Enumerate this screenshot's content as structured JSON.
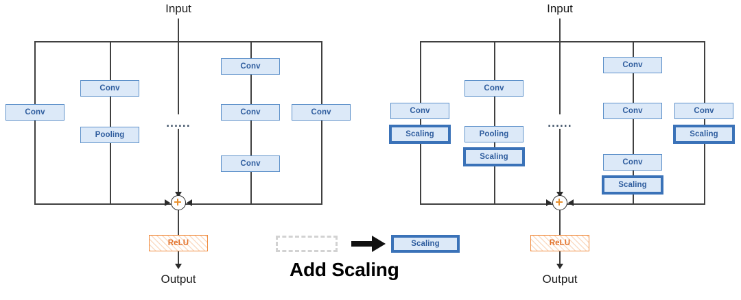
{
  "figure": {
    "caption": "Add Scaling",
    "legend": {
      "source_label": "",
      "arrow_icon": "thick-right-arrow",
      "target_label": "Scaling"
    }
  },
  "labels": {
    "input": "Input",
    "output": "Output",
    "ellipsis": "......",
    "conv": "Conv",
    "pooling": "Pooling",
    "scaling": "Scaling",
    "relu": "ReLU",
    "plus": "+"
  },
  "colors": {
    "box_fill": "#dce9f8",
    "box_border": "#5b8fc9",
    "box_text": "#2f5d9e",
    "scaling_border": "#3a72b8",
    "relu_border": "#f08a3c",
    "relu_text": "#e2712a",
    "wire": "#404040",
    "plus_sign": "#e8902f",
    "dashed_placeholder": "#d2d2d2",
    "caption_text": "#000000"
  },
  "diagrams": [
    {
      "id": "before",
      "title_top": "Input",
      "title_bottom": "Output",
      "branches": [
        {
          "id": "branch-1",
          "nodes": [
            {
              "type": "conv",
              "label": "Conv"
            }
          ]
        },
        {
          "id": "branch-2",
          "nodes": [
            {
              "type": "conv",
              "label": "Conv"
            },
            {
              "type": "pooling",
              "label": "Pooling"
            }
          ]
        },
        {
          "id": "branch-ellipsis",
          "nodes": [
            {
              "type": "ellipsis",
              "label": "......"
            }
          ]
        },
        {
          "id": "branch-3",
          "nodes": [
            {
              "type": "conv",
              "label": "Conv"
            },
            {
              "type": "conv",
              "label": "Conv"
            },
            {
              "type": "conv",
              "label": "Conv"
            }
          ]
        },
        {
          "id": "branch-4",
          "nodes": [
            {
              "type": "conv",
              "label": "Conv"
            }
          ]
        }
      ],
      "merge": {
        "type": "add",
        "label": "+"
      },
      "activation": {
        "type": "relu",
        "label": "ReLU"
      }
    },
    {
      "id": "after",
      "title_top": "Input",
      "title_bottom": "Output",
      "branches": [
        {
          "id": "branch-1",
          "nodes": [
            {
              "type": "conv",
              "label": "Conv"
            },
            {
              "type": "scaling",
              "label": "Scaling"
            }
          ]
        },
        {
          "id": "branch-2",
          "nodes": [
            {
              "type": "conv",
              "label": "Conv"
            },
            {
              "type": "pooling",
              "label": "Pooling"
            },
            {
              "type": "scaling",
              "label": "Scaling"
            }
          ]
        },
        {
          "id": "branch-ellipsis",
          "nodes": [
            {
              "type": "ellipsis",
              "label": "......"
            }
          ]
        },
        {
          "id": "branch-3",
          "nodes": [
            {
              "type": "conv",
              "label": "Conv"
            },
            {
              "type": "conv",
              "label": "Conv"
            },
            {
              "type": "conv",
              "label": "Conv"
            },
            {
              "type": "scaling",
              "label": "Scaling"
            }
          ]
        },
        {
          "id": "branch-4",
          "nodes": [
            {
              "type": "conv",
              "label": "Conv"
            },
            {
              "type": "scaling",
              "label": "Scaling"
            }
          ]
        }
      ],
      "merge": {
        "type": "add",
        "label": "+"
      },
      "activation": {
        "type": "relu",
        "label": "ReLU"
      }
    }
  ]
}
